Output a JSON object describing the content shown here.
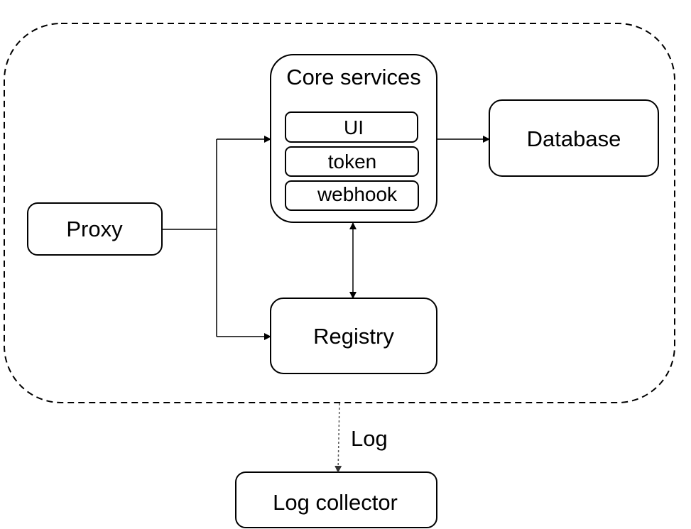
{
  "nodes": {
    "core_services": "Core services",
    "ui": "UI",
    "token": "token",
    "webhook": "webhook",
    "database": "Database",
    "proxy": "Proxy",
    "registry": "Registry",
    "log_collector": "Log collector"
  },
  "edges": {
    "log_label": "Log"
  },
  "colors": {
    "stroke": "#000000",
    "background": "#ffffff",
    "log_edge": "#555555"
  }
}
